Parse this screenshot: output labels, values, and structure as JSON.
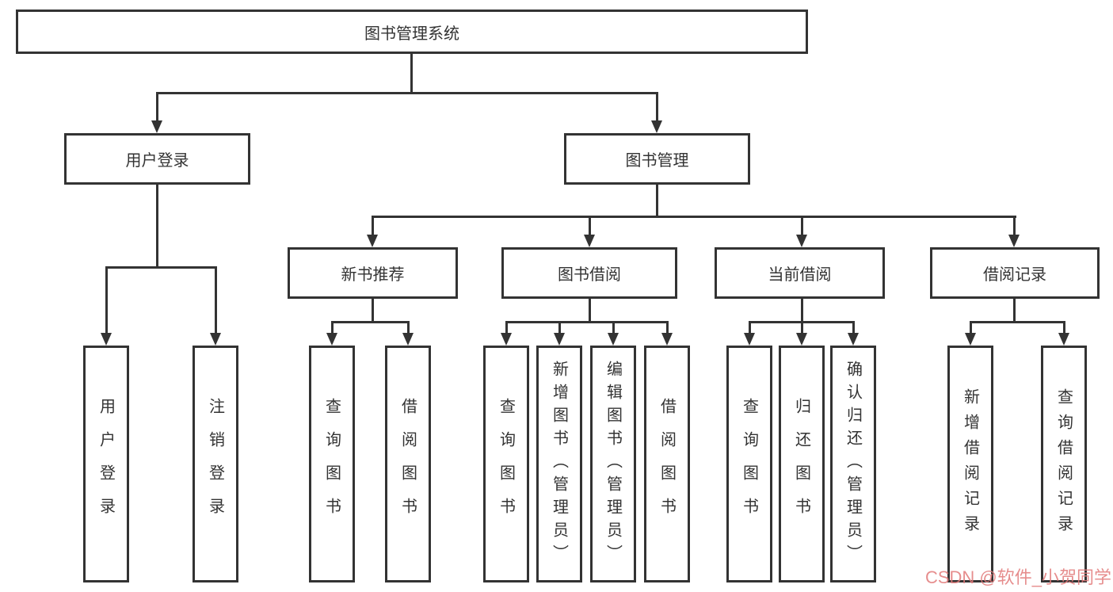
{
  "diagram": {
    "colors": {
      "line": "#333333",
      "box_border": "#333333",
      "text": "#333333",
      "watermark": "#e27a7a",
      "background": "#ffffff"
    },
    "tree": {
      "root": {
        "label": "图书管理系统"
      },
      "children": [
        {
          "label": "用户登录",
          "children": [
            {
              "label": "用户登录"
            },
            {
              "label": "注销登录"
            }
          ]
        },
        {
          "label": "图书管理",
          "children": [
            {
              "label": "新书推荐",
              "children": [
                {
                  "label": "查询图书"
                },
                {
                  "label": "借阅图书"
                }
              ]
            },
            {
              "label": "图书借阅",
              "children": [
                {
                  "label": "查询图书"
                },
                {
                  "label": "新增图书（管理员）"
                },
                {
                  "label": "编辑图书（管理员）"
                },
                {
                  "label": "借阅图书"
                }
              ]
            },
            {
              "label": "当前借阅",
              "children": [
                {
                  "label": "查询图书"
                },
                {
                  "label": "归还图书"
                },
                {
                  "label": "确认归还（管理员）"
                }
              ]
            },
            {
              "label": "借阅记录",
              "children": [
                {
                  "label": "新增借阅记录"
                },
                {
                  "label": "查询借阅记录"
                }
              ]
            }
          ]
        }
      ]
    },
    "watermark": {
      "text": "CSDN @软件_小贺同学"
    }
  }
}
